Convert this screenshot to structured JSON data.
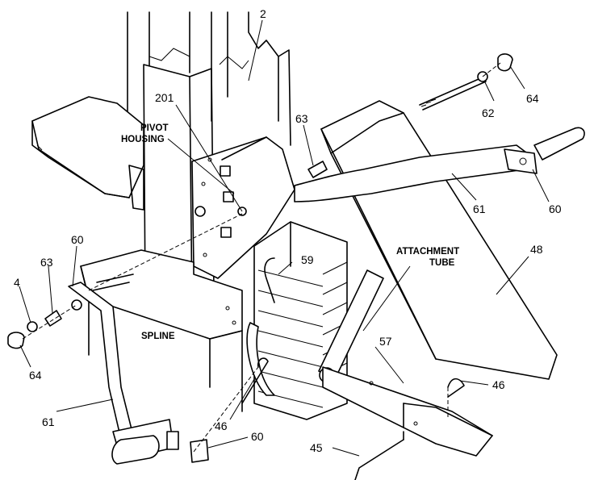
{
  "callouts": {
    "c2": "2",
    "c201": "201",
    "c63_top": "63",
    "c62": "62",
    "c64_top": "64",
    "c61_right": "61",
    "c60_right": "60",
    "c48": "48",
    "c59": "59",
    "c57": "57",
    "c46_right": "46",
    "c45": "45",
    "c60_bottom": "60",
    "c46_bottom": "46",
    "c61_left": "61",
    "c64_left": "64",
    "c4": "4",
    "c63_left": "63",
    "c60_left": "60"
  },
  "labels": {
    "pivot_housing_line1": "PIVOT",
    "pivot_housing_line2": "HOUSING",
    "attachment_tube_line1": "ATTACHMENT",
    "attachment_tube_line2": "TUBE",
    "spline": "SPLINE"
  }
}
